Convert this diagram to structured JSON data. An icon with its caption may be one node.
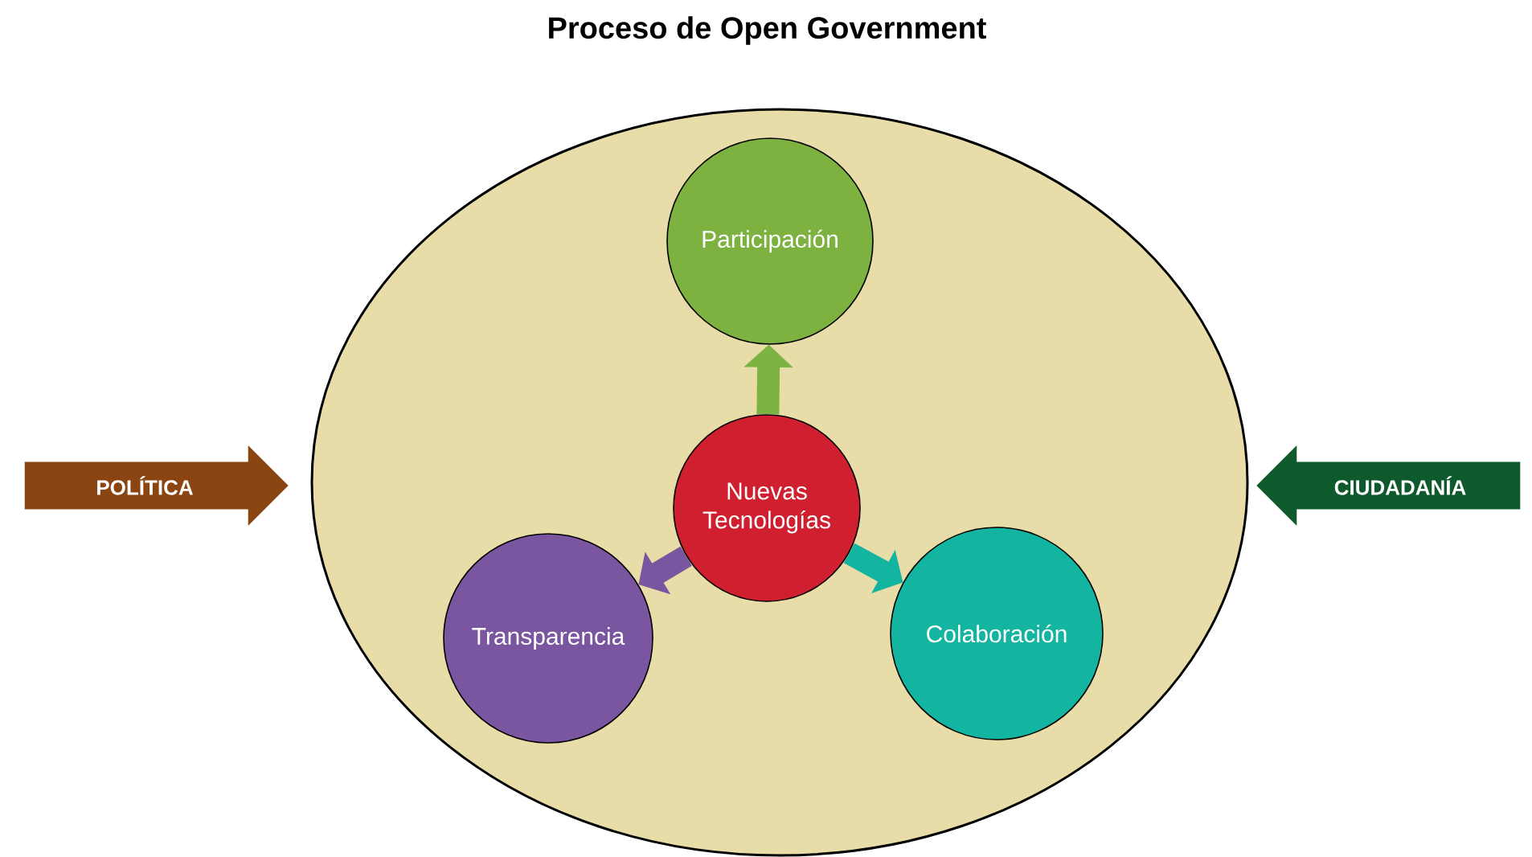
{
  "diagram": {
    "title": "Proceso de Open Government",
    "nodes": [
      {
        "text": [],
        "shape": "ellipse"
      },
      {
        "text": [
          "Participación"
        ],
        "in": 0
      },
      {
        "text": [
          "Nuevas Tecnologías"
        ],
        "in": 0
      },
      {
        "text": [
          "Transparencia"
        ],
        "in": 0
      },
      {
        "text": [
          "Colaboración"
        ],
        "in": 0
      },
      {
        "text": [
          "POLÍTICA"
        ]
      },
      {
        "text": [
          "CIUDADANÍA"
        ]
      }
    ],
    "edges": [
      {
        "from": 2,
        "to": 1,
        "arrow": "to",
        "color": "#7cb342"
      },
      {
        "from": 2,
        "to": 3,
        "arrow": "to",
        "color": "#7b56a0"
      },
      {
        "from": 2,
        "to": 4,
        "arrow": "to",
        "color": "#14b5a0"
      }
    ]
  }
}
